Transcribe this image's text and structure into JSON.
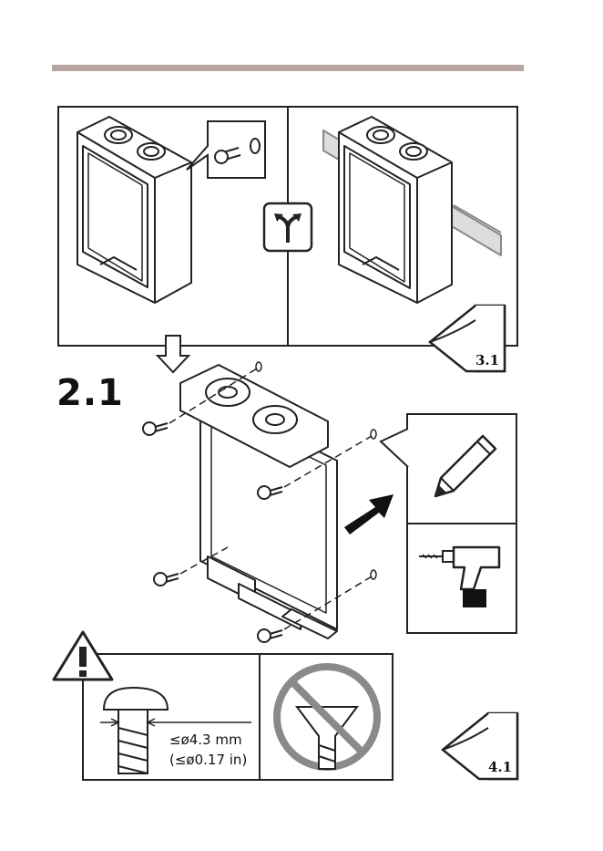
{
  "step": {
    "label": "2.1"
  },
  "references": {
    "top_right": "3.1",
    "bottom_right": "4.1"
  },
  "screw_spec": {
    "diameter_mm": "≤ø4.3 mm",
    "diameter_in": "(≤ø0.17 in)"
  },
  "icons": {
    "choice": "fork-arrow-icon",
    "warning": "warning-triangle-icon",
    "pencil": "pencil-icon",
    "drill": "drill-icon",
    "prohibited": "prohibited-icon",
    "page_turn": "page-turn-icon"
  },
  "colors": {
    "accent_bar": "#b5a49f",
    "prohibit_gray": "#8a8a8a",
    "ink": "#222222"
  }
}
